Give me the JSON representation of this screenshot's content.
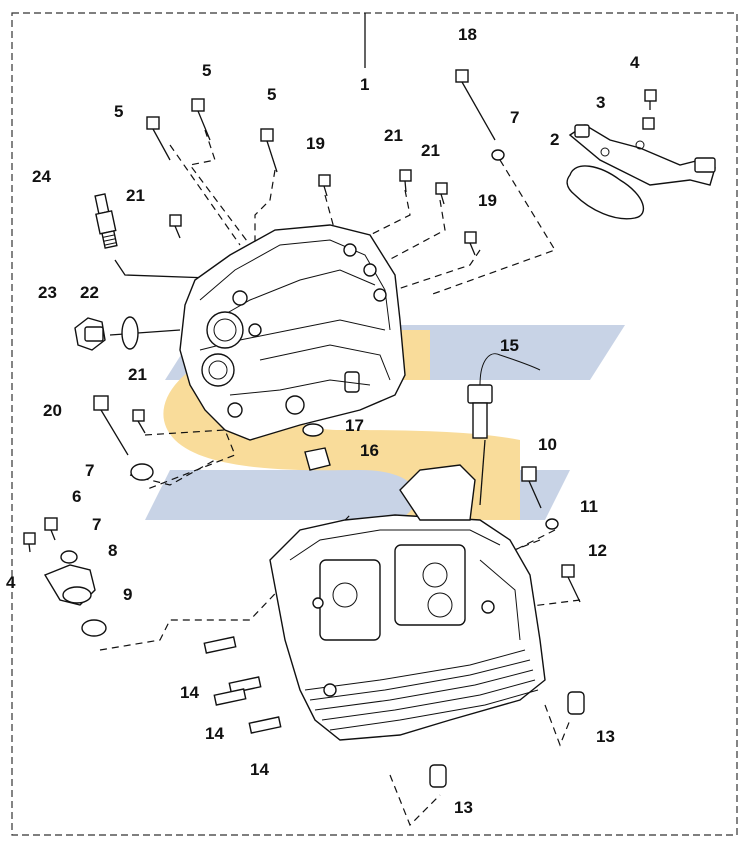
{
  "diagram": {
    "callouts": {
      "c1": "1",
      "c2": "2",
      "c3": "3",
      "c4a": "4",
      "c4b": "4",
      "c5a": "5",
      "c5b": "5",
      "c5c": "5",
      "c6": "6",
      "c7a": "7",
      "c7b": "7",
      "c7c": "7",
      "c8": "8",
      "c9": "9",
      "c10": "10",
      "c11": "11",
      "c12": "12",
      "c13a": "13",
      "c13b": "13",
      "c14a": "14",
      "c14b": "14",
      "c14c": "14",
      "c15": "15",
      "c16": "16",
      "c17": "17",
      "c18": "18",
      "c19a": "19",
      "c19b": "19",
      "c20": "20",
      "c21a": "21",
      "c21b": "21",
      "c21c": "21",
      "c21d": "21",
      "c22": "22",
      "c23": "23",
      "c24": "24"
    },
    "watermark_colors": {
      "blue": "#c8d3e6",
      "yellow": "#f9dc9a"
    }
  }
}
